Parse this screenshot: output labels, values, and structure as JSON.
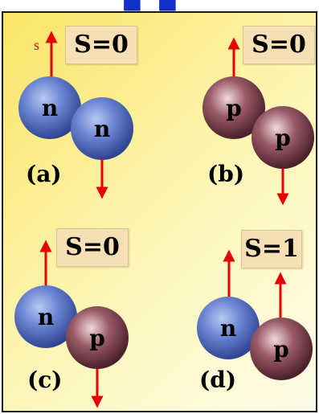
{
  "panels": [
    {
      "id": "a",
      "caption": "(a)",
      "spin_label": "S=0",
      "particles": [
        "n",
        "n"
      ]
    },
    {
      "id": "b",
      "caption": "(b)",
      "spin_label": "S=0",
      "particles": [
        "p",
        "p"
      ]
    },
    {
      "id": "c",
      "caption": "(c)",
      "spin_label": "S=0",
      "particles": [
        "n",
        "p"
      ]
    },
    {
      "id": "d",
      "caption": "(d)",
      "spin_label": "S=1",
      "particles": [
        "n",
        "p"
      ]
    }
  ],
  "spin_symbol": "s",
  "colors": {
    "neutron": "#5a78c8",
    "proton": "#8a4f5c",
    "arrow": "#e60000",
    "label_box": "#f6dfb4"
  }
}
